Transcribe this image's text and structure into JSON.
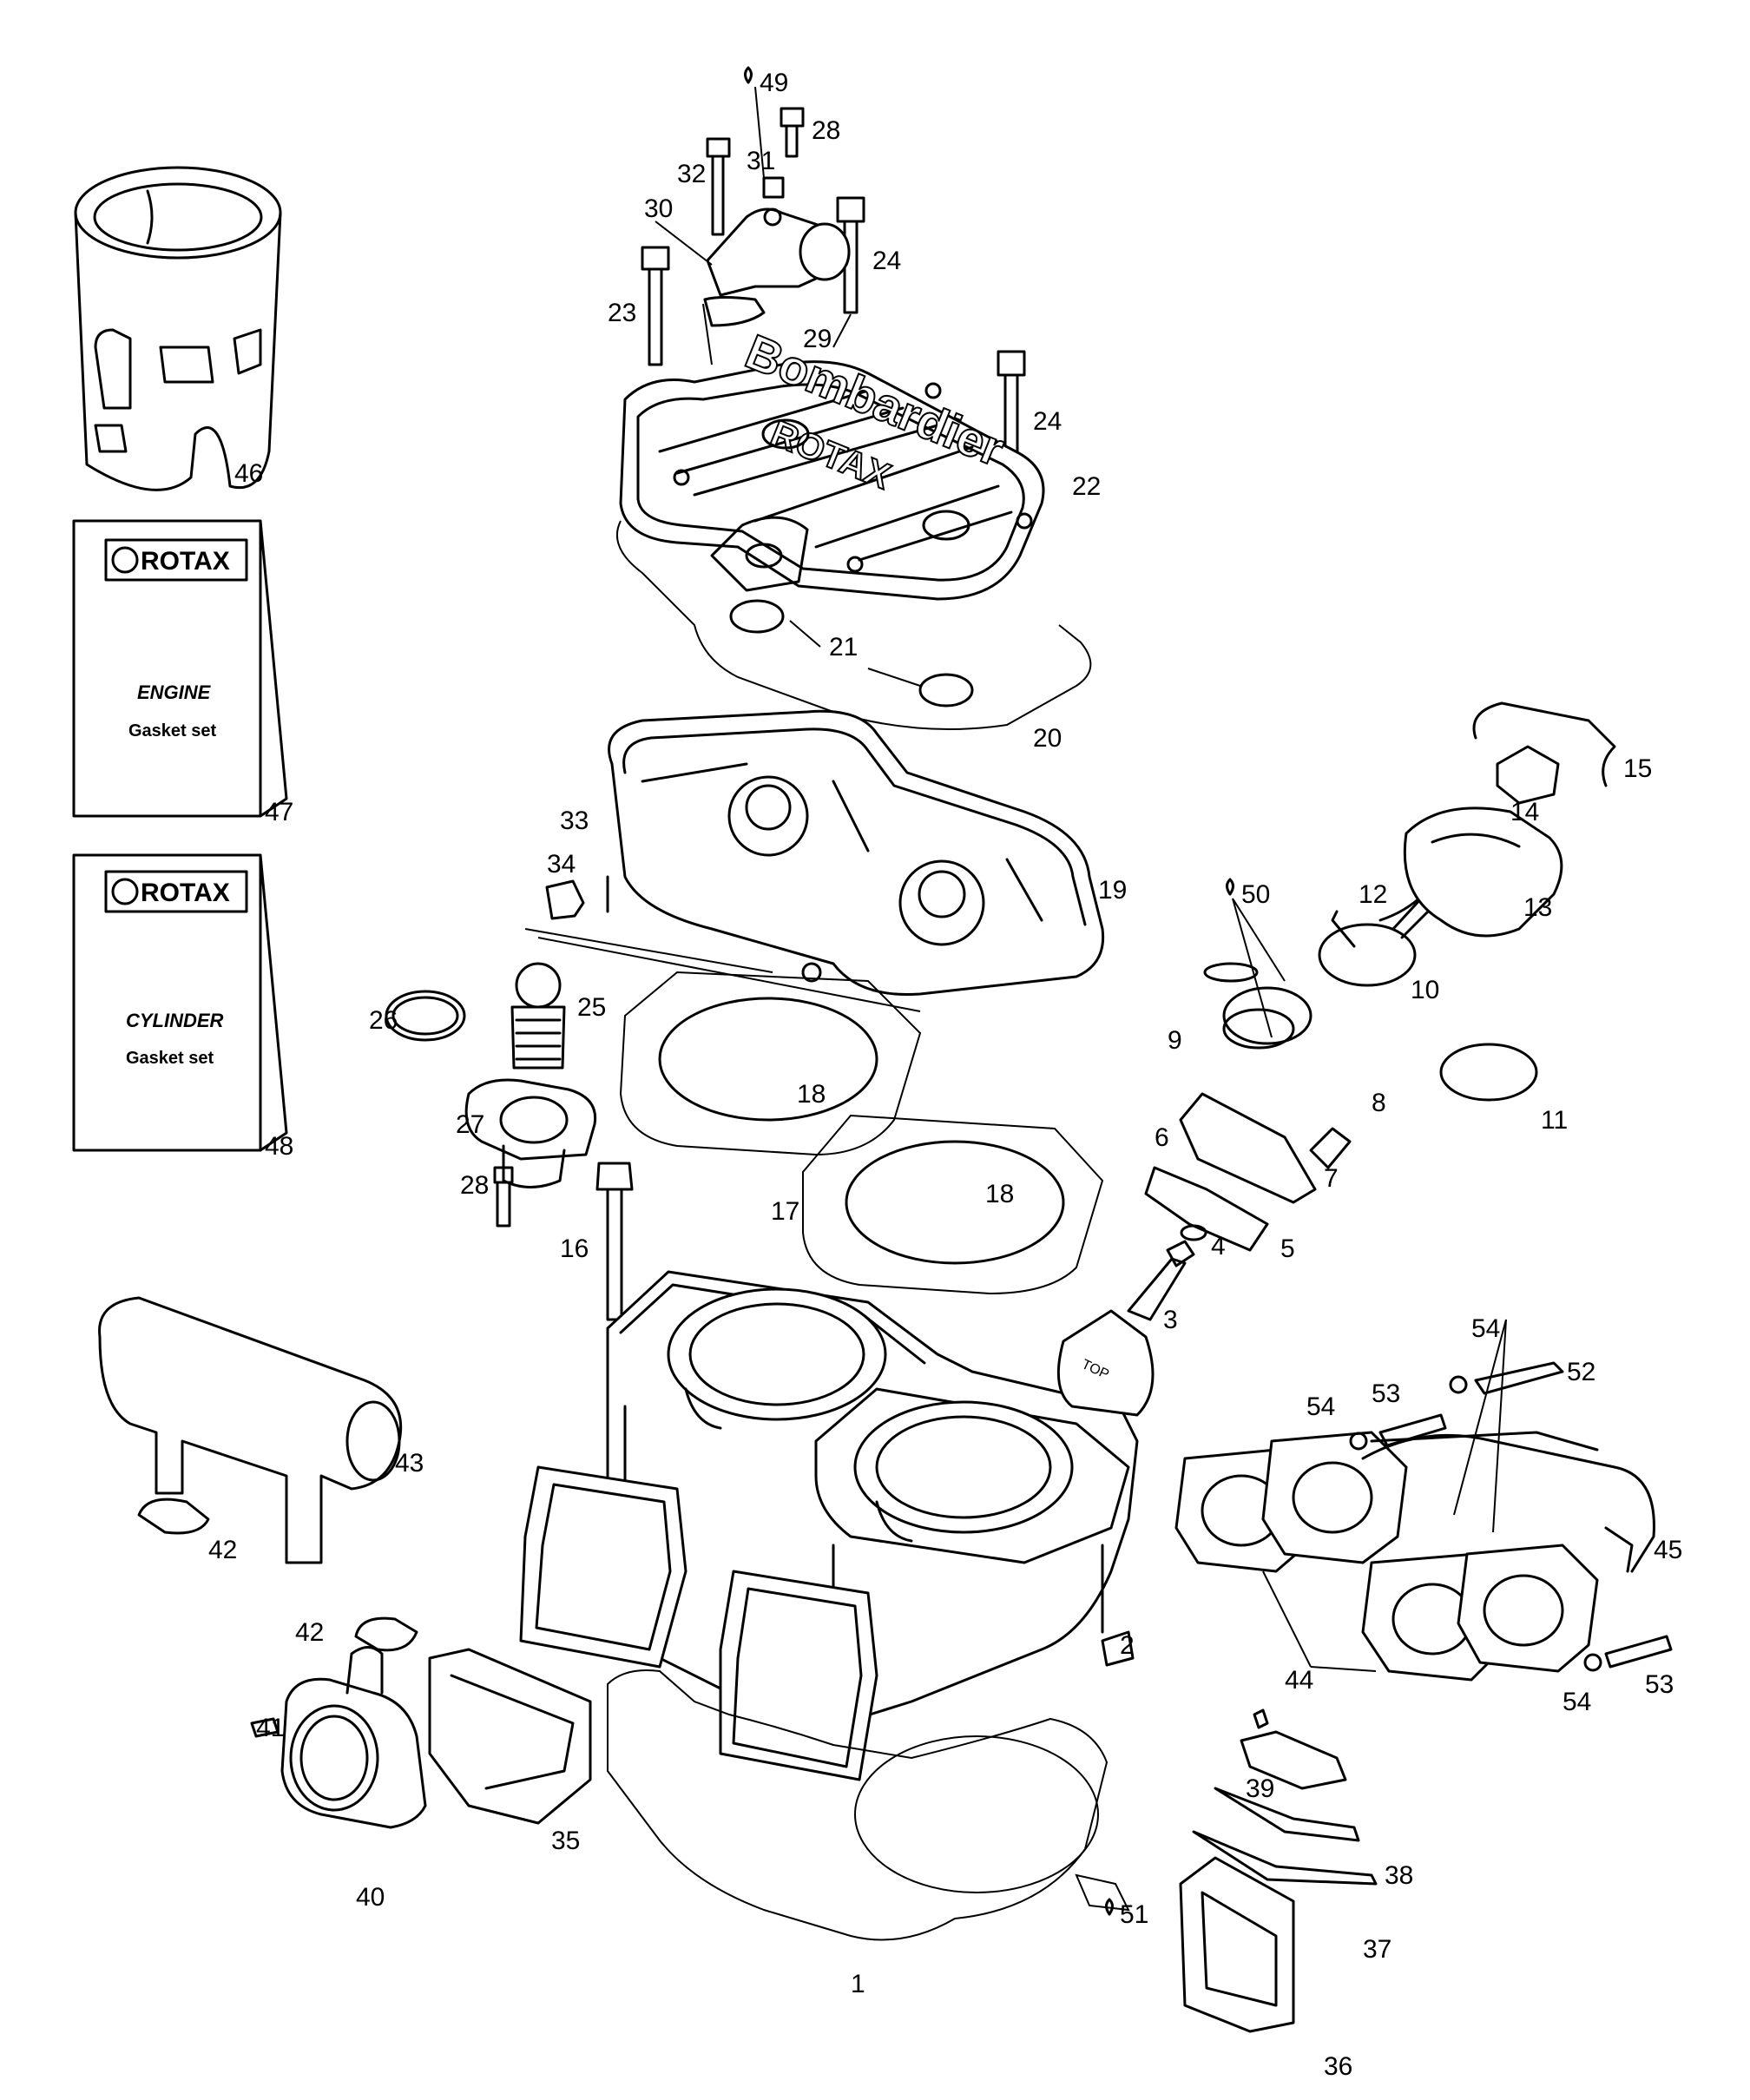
{
  "gasket_cards": [
    {
      "brand": "ROTAX",
      "title": "ENGINE",
      "subtitle": "Gasket set",
      "ref": "47"
    },
    {
      "brand": "ROTAX",
      "title": "CYLINDER",
      "subtitle": "Gasket set",
      "ref": "48"
    }
  ],
  "head_markings": {
    "line1": "Bombardier",
    "line2": "ROTAX"
  },
  "piston_marking": "TOP",
  "callouts": [
    "1",
    "2",
    "3",
    "4",
    "5",
    "6",
    "7",
    "8",
    "9",
    "10",
    "11",
    "12",
    "13",
    "14",
    "15",
    "16",
    "17",
    "18",
    "18",
    "19",
    "20",
    "21",
    "22",
    "23",
    "24",
    "24",
    "25",
    "26",
    "27",
    "28",
    "28",
    "29",
    "30",
    "31",
    "32",
    "33",
    "34",
    "35",
    "36",
    "37",
    "38",
    "39",
    "40",
    "41",
    "42",
    "42",
    "43",
    "44",
    "45",
    "46",
    "49",
    "50",
    "51",
    "52",
    "53",
    "53",
    "54",
    "54",
    "54"
  ],
  "icons": {
    "drop": "oil-drop-icon"
  }
}
